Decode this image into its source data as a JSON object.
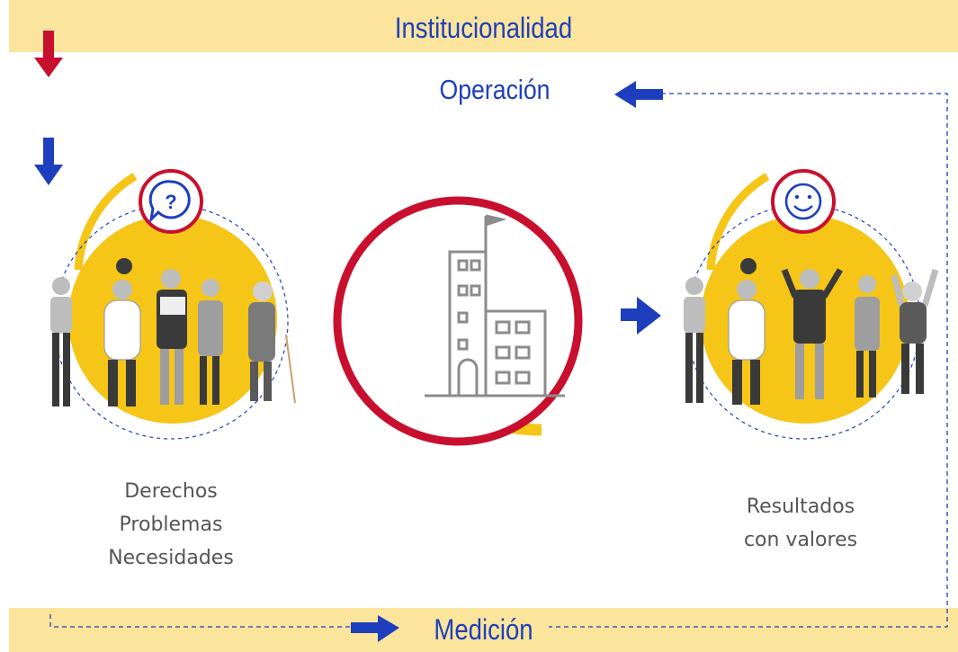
{
  "header": {
    "title": "Institucionalidad"
  },
  "operation": {
    "title": "Operación"
  },
  "footer": {
    "title": "Medición"
  },
  "left_group": {
    "caption": [
      "Derechos",
      "Problemas",
      "Necesidades"
    ],
    "icon": "question-bubble-icon"
  },
  "center": {
    "icon": "building-icon"
  },
  "right_group": {
    "caption": [
      "Resultados",
      "con valores"
    ],
    "icon": "smiley-icon"
  },
  "colors": {
    "blue": "#1e3fbd",
    "red": "#c8102e",
    "yellow": "#f5c518",
    "band": "#fbe49c",
    "grey": "#8c8c8c"
  }
}
